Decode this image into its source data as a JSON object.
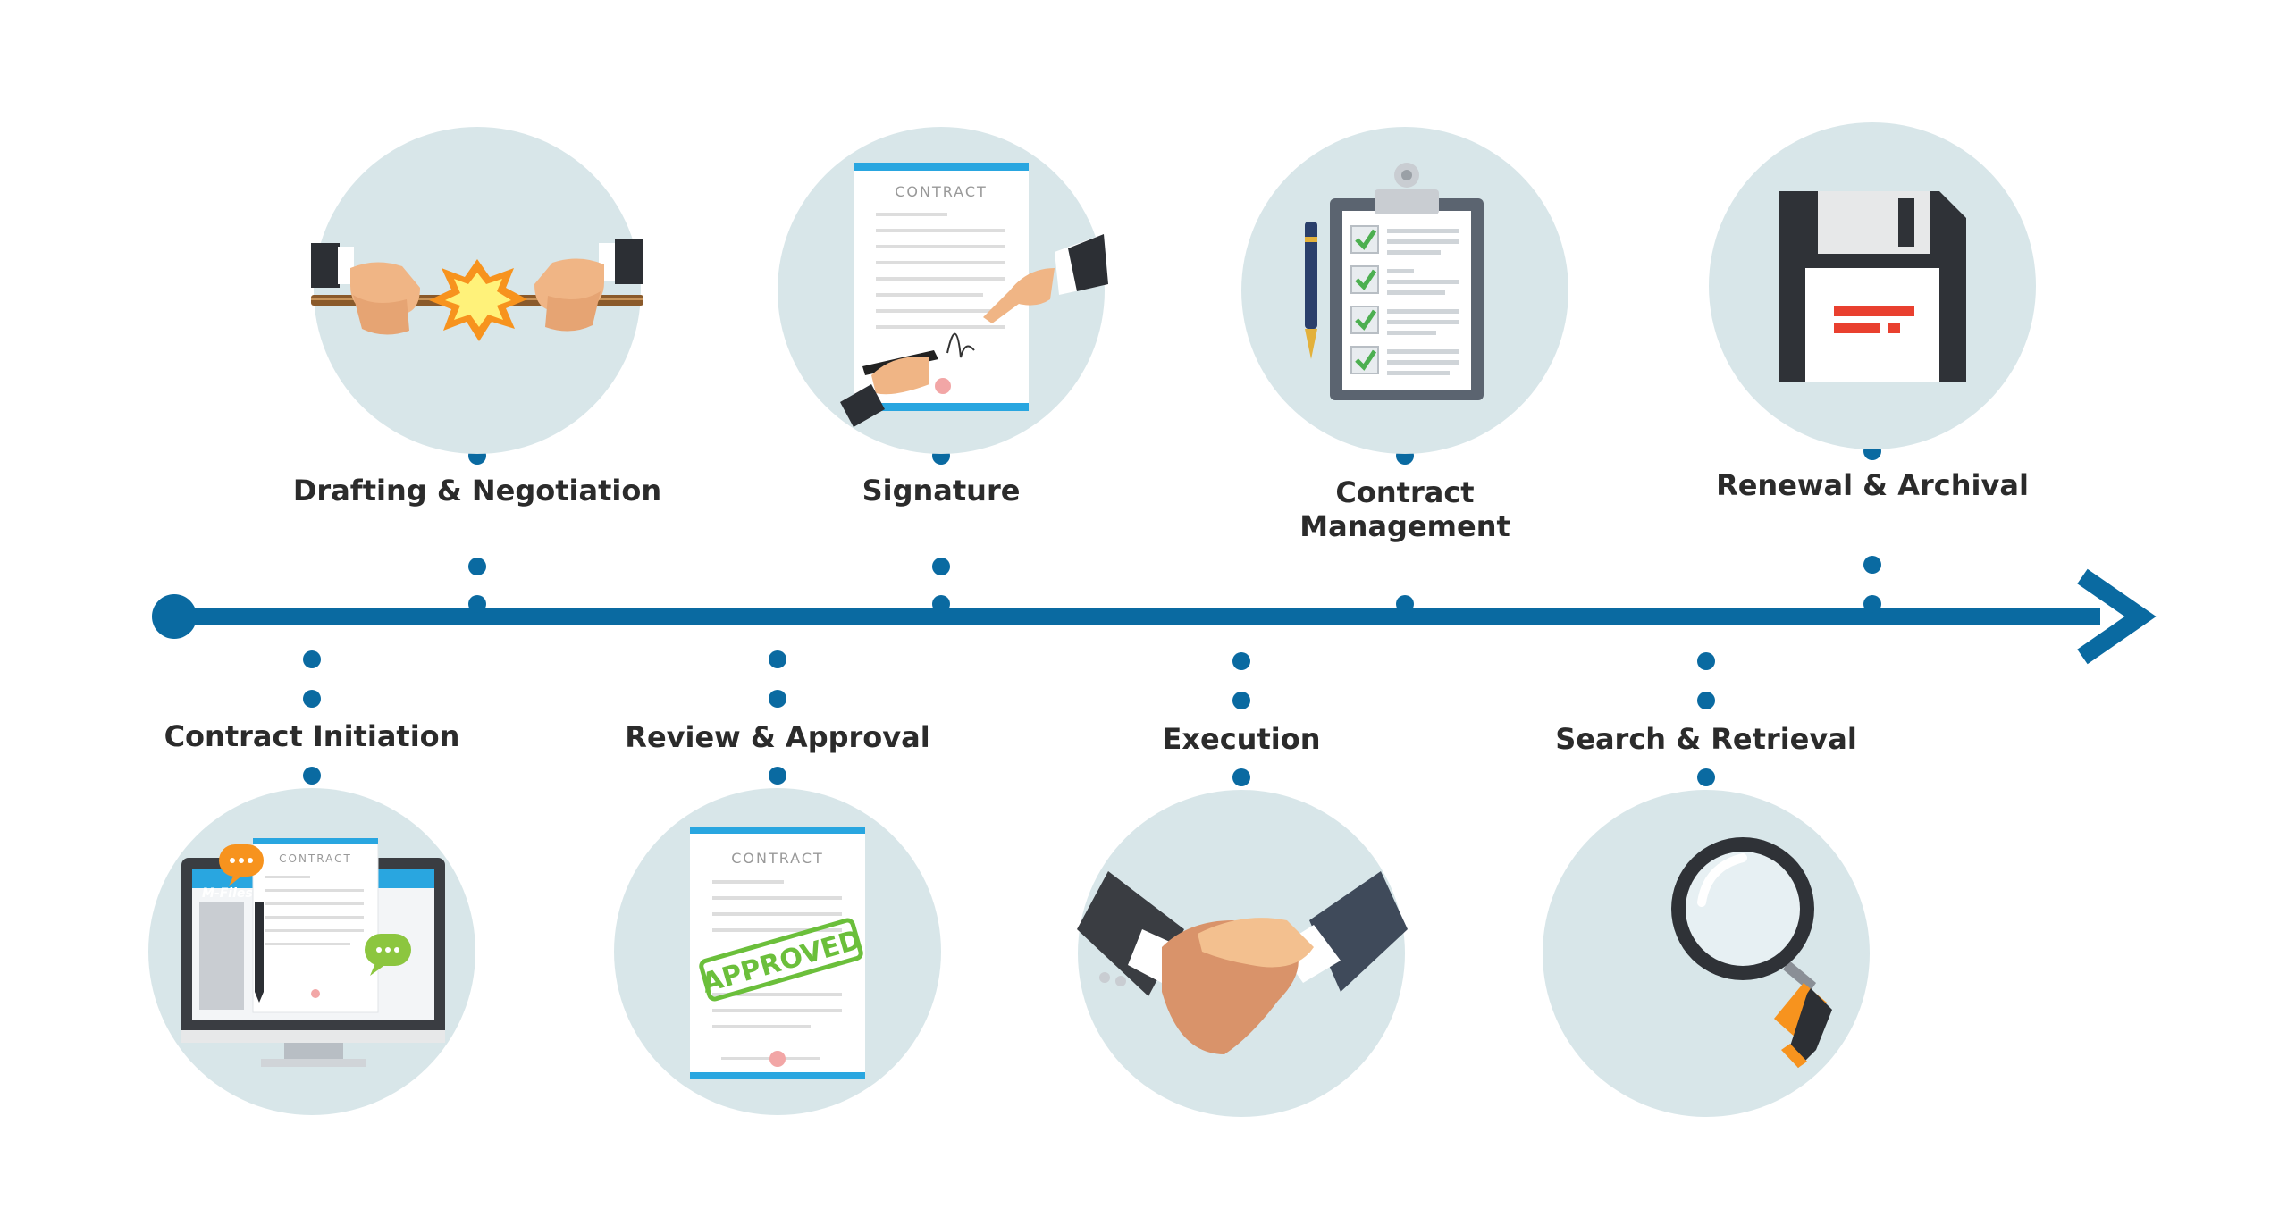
{
  "colors": {
    "timeline": "#0a6aa1",
    "circle": "#d8e6e9",
    "label": "#2b2b2b",
    "accent_blue": "#29a6e0",
    "check_green": "#4caf50",
    "approved_green": "#6bbf3b",
    "disk_red": "#e9402f"
  },
  "stages": [
    {
      "id": "contract-initiation",
      "label": "Contract Initiation",
      "icon": "monitor-contract-icon",
      "brand": "M-Files",
      "doc_title": "CONTRACT"
    },
    {
      "id": "drafting-negotiation",
      "label": "Drafting & Negotiation",
      "icon": "tug-of-war-icon"
    },
    {
      "id": "review-approval",
      "label": "Review & Approval",
      "icon": "approved-contract-icon",
      "doc_title": "CONTRACT",
      "stamp": "APPROVED"
    },
    {
      "id": "signature",
      "label": "Signature",
      "icon": "signing-contract-icon",
      "doc_title": "CONTRACT"
    },
    {
      "id": "execution",
      "label": "Execution",
      "icon": "handshake-icon"
    },
    {
      "id": "contract-management",
      "label": "Contract\nManagement",
      "icon": "clipboard-checklist-icon"
    },
    {
      "id": "search-retrieval",
      "label": "Search & Retrieval",
      "icon": "magnifier-icon"
    },
    {
      "id": "renewal-archival",
      "label": "Renewal & Archival",
      "icon": "floppy-disk-icon"
    }
  ]
}
